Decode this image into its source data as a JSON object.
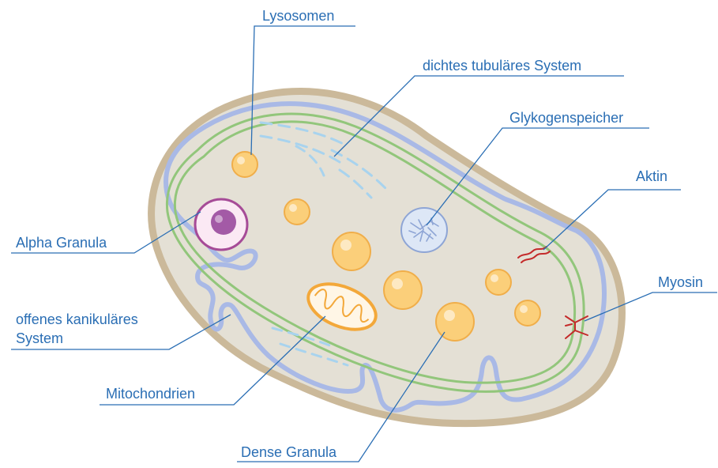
{
  "colors": {
    "cell_fill": "#e4e0d5",
    "cell_border": "#cbb99a",
    "canalicular_system": "#a9b9e6",
    "microtubule_ring": "#92c67b",
    "tubular_system": "#a8d3ee",
    "granule_fill": "#fbcf7a",
    "granule_stroke": "#f0ae4a",
    "alpha_granule_outer": "#fbe9f4",
    "alpha_granule_stroke": "#a64b97",
    "alpha_granule_core": "#a35aa6",
    "mitochondrion_stroke": "#f3a83a",
    "glycogen_fill": "#dde7f6",
    "glycogen_stroke": "#8ea5d5",
    "actin_myosin": "#c42a2a",
    "label_text": "#2a6eb4",
    "leader_line": "#2a6eb4"
  },
  "labels": {
    "lysosomen": "Lysosomen",
    "dichtes_tubulaeres_system": "dichtes tubuläres System",
    "glykogenspeicher": "Glykogenspeicher",
    "aktin": "Aktin",
    "alpha_granula": "Alpha Granula",
    "myosin": "Myosin",
    "offenes_kanikulaeres_system_line1": "offenes kanikuläres",
    "offenes_kanikulaeres_system_line2": "System",
    "mitochondrien": "Mitochondrien",
    "dense_granula": "Dense Granula"
  }
}
